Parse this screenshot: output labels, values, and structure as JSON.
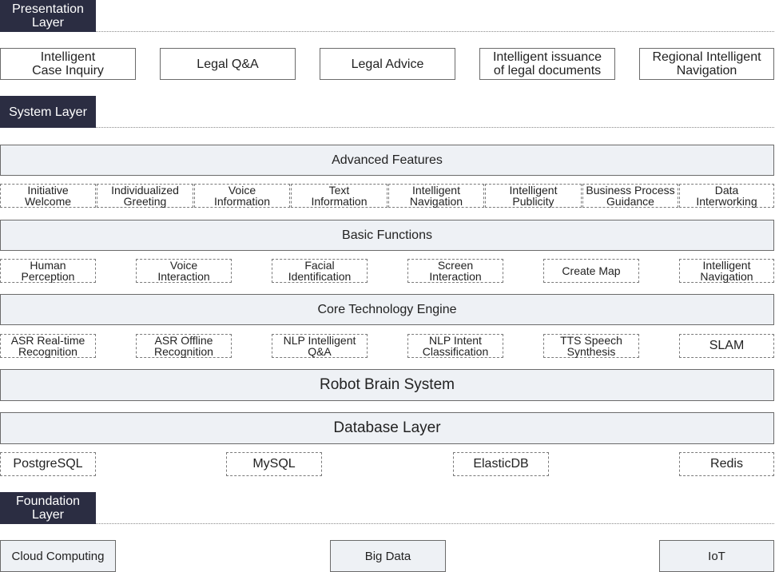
{
  "presentation_layer": {
    "label": "Presentation\nLayer",
    "items": [
      "Intelligent\nCase Inquiry",
      "Legal Q&A",
      "Legal Advice",
      "Intelligent issuance\nof legal documents",
      "Regional Intelligent\nNavigation"
    ]
  },
  "system_layer": {
    "label": "System Layer",
    "advanced_features": {
      "title": "Advanced Features",
      "items": [
        "Initiative\nWelcome",
        "Individualized\nGreeting",
        "Voice\nInformation",
        "Text\nInformation",
        "Intelligent\nNavigation",
        "Intelligent\nPublicity",
        "Business Process\nGuidance",
        "Data\nInterworking"
      ]
    },
    "basic_functions": {
      "title": "Basic Functions",
      "items": [
        "Human\nPerception",
        "Voice\nInteraction",
        "Facial\nIdentification",
        "Screen\nInteraction",
        "Create Map",
        "Intelligent\nNavigation"
      ]
    },
    "core_technology_engine": {
      "title": "Core Technology Engine",
      "items": [
        "ASR Real-time\nRecognition",
        "ASR Offline\nRecognition",
        "NLP Intelligent\nQ&A",
        "NLP Intent\nClassification",
        "TTS Speech\nSynthesis",
        "SLAM"
      ]
    },
    "robot_brain_system": {
      "title": "Robot Brain System"
    },
    "database_layer": {
      "title": "Database Layer",
      "items": [
        "PostgreSQL",
        "MySQL",
        "ElasticDB",
        "Redis"
      ]
    }
  },
  "foundation_layer": {
    "label": "Foundation\nLayer",
    "items": [
      "Cloud Computing",
      "Big Data",
      "IoT"
    ]
  }
}
